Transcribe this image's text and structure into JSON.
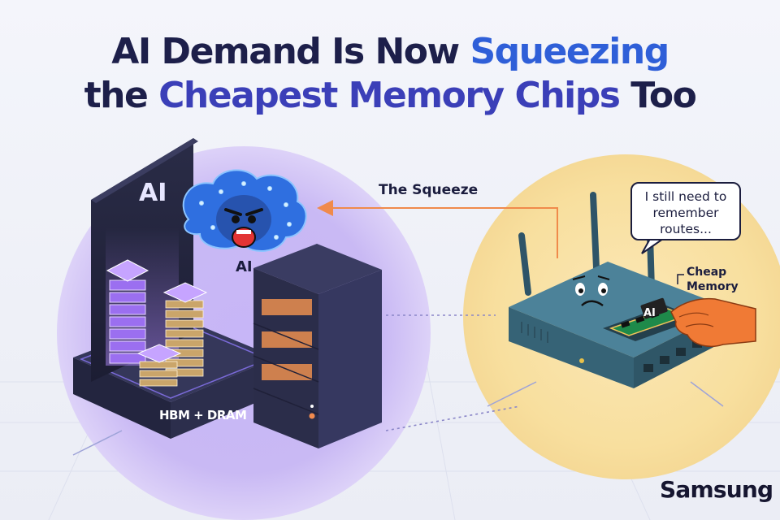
{
  "title": {
    "line1_prefix": "AI Demand Is Now ",
    "line1_highlight": "Squeezing",
    "line2_prefix": "the ",
    "line2_highlight": "Cheapest Memory Chips",
    "line2_suffix": " Too"
  },
  "labels": {
    "tower_ai": "AI",
    "hbm_dram": "HBM + DRAM",
    "ai_character": "AI",
    "squeeze": "The Squeeze",
    "router_speech": "I still need to remember routes...",
    "cheap_memory_line1": "Cheap",
    "cheap_memory_line2": "Memory",
    "chip_ai": "AI"
  },
  "brand": "Samsung",
  "colors": {
    "title_dark": "#1d1f4a",
    "title_blue": "#2f5fd8",
    "purple_glow": "#b8a6f2",
    "yellow_glow": "#f8dfa0",
    "arrow_orange": "#f08a4b",
    "router_teal": "#3d6f86",
    "server_dark": "#2b2d4a"
  },
  "icons": [
    "angry-ai-brain-icon",
    "router-worried-face-icon",
    "hand-icon",
    "memory-chip-icon"
  ]
}
